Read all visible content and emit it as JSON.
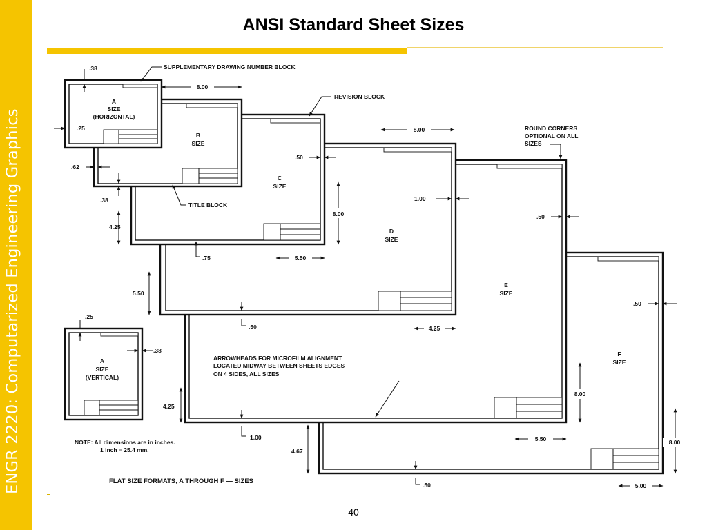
{
  "slide": {
    "title": "ANSI Standard Sheet Sizes",
    "side_label": "ENGR 2220: Computarized Engineering Graphics",
    "page_number": "40",
    "accent_color": "#f5c400"
  },
  "figure": {
    "caption": "FLAT SIZE FORMATS, A THROUGH F — SIZES",
    "note_line1": "NOTE:  All dimensions are in inches.",
    "note_line2": "1 inch = 25.4 mm.",
    "callouts": {
      "supplementary": "SUPPLEMENTARY DRAWING NUMBER BLOCK",
      "revision": "REVISION BLOCK",
      "title_block": "TITLE BLOCK",
      "round_corners_1": "ROUND CORNERS",
      "round_corners_2": "OPTIONAL ON ALL",
      "round_corners_3": "SIZES",
      "arrowheads_1": "ARROWHEADS FOR MICROFILM ALIGNMENT",
      "arrowheads_2": "LOCATED MIDWAY BETWEEN SHEETS EDGES",
      "arrowheads_3": "ON 4 SIDES, ALL SIZES"
    },
    "sheets": {
      "a_h_1": "A",
      "a_h_2": "SIZE",
      "a_h_3": "(HORIZONTAL)",
      "b_1": "B",
      "b_2": "SIZE",
      "c_1": "C",
      "c_2": "SIZE",
      "d_1": "D",
      "d_2": "SIZE",
      "e_1": "E",
      "e_2": "SIZE",
      "f_1": "F",
      "f_2": "SIZE",
      "a_v_1": "A",
      "a_v_2": "SIZE",
      "a_v_3": "(VERTICAL)"
    },
    "dimensions": {
      "d038a": ".38",
      "d025a": ".25",
      "d800a": "8.00",
      "d062": ".62",
      "d038b": ".38",
      "d425a": "4.25",
      "d050a": ".50",
      "d800b": "8.00",
      "d100a": "1.00",
      "d800c": "8.00",
      "d075": ".75",
      "d550a": "5.50",
      "d550b": "5.50",
      "d050b": ".50",
      "d050c": ".50",
      "d425b": "4.25",
      "d025b": ".25",
      "d038c": ".38",
      "d050d": ".50",
      "d425c": "4.25",
      "d100b": "1.00",
      "d800d": "8.00",
      "d467": "4.67",
      "d550c": "5.50",
      "d800e": "8.00",
      "d050e": ".50",
      "d500": "5.00"
    }
  }
}
